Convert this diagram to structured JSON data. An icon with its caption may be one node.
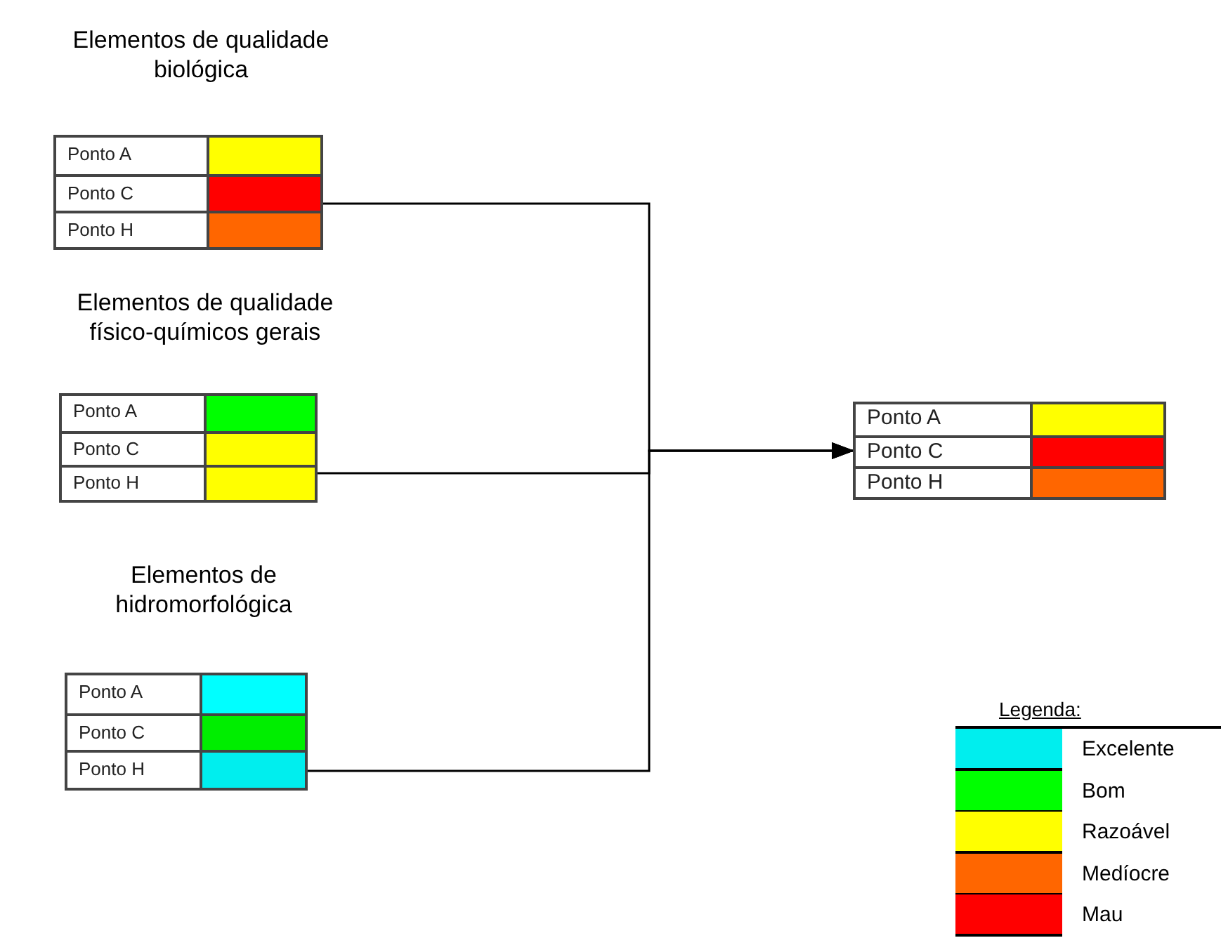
{
  "diagram": {
    "nodes": [
      {
        "text": [
          "Elementos de qualidade biológica"
        ]
      },
      {
        "text": [
          "Ponto A"
        ],
        "in": 0
      },
      {
        "text": [
          "Ponto C"
        ],
        "in": 0
      },
      {
        "text": [
          "Ponto H"
        ],
        "in": 0
      },
      {
        "text": [
          "Elementos de qualidade físico-químicos gerais"
        ]
      },
      {
        "text": [
          "Ponto A"
        ],
        "in": 4
      },
      {
        "text": [
          "Ponto C"
        ],
        "in": 4
      },
      {
        "text": [
          "Ponto H"
        ],
        "in": 4
      },
      {
        "text": [
          "Elementos de hidromorfológica"
        ]
      },
      {
        "text": [
          "Ponto A"
        ],
        "in": 8
      },
      {
        "text": [
          "Ponto C"
        ],
        "in": 8
      },
      {
        "text": [
          "Ponto H"
        ],
        "in": 8
      },
      {
        "text": [],
        "shape": "box"
      },
      {
        "text": [
          "Ponto A"
        ],
        "in": 12
      },
      {
        "text": [
          "Ponto C"
        ],
        "in": 12
      },
      {
        "text": [
          "Ponto H"
        ],
        "in": 12
      }
    ],
    "edges": [
      {
        "from": 0,
        "to": 12,
        "arrow": "to"
      },
      {
        "from": 4,
        "to": 12,
        "arrow": "to"
      },
      {
        "from": 8,
        "to": 12,
        "arrow": "to"
      }
    ],
    "labels": [
      "Legenda:"
    ],
    "legend": [
      {
        "text": "Excelente",
        "color": "#00eeee"
      },
      {
        "text": "Bom",
        "color": "#00ff00"
      },
      {
        "text": "Razoável",
        "color": "#ffff00"
      },
      {
        "text": "Medíocre",
        "color": "#ff6600"
      },
      {
        "text": "Mau",
        "color": "#ff0000"
      }
    ]
  }
}
